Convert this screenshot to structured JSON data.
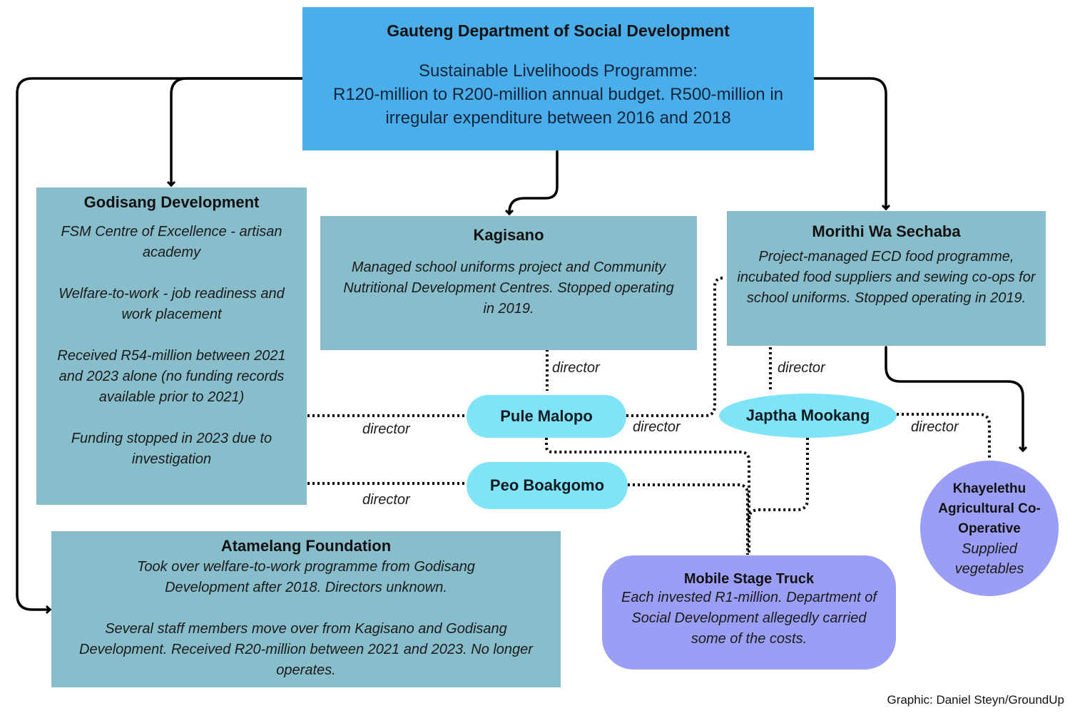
{
  "header": {
    "title": "Gauteng Department of Social Development",
    "lines": [
      "Sustainable Livelihoods Programme:",
      "R120-million to R200-million annual budget. R500-million in",
      "irregular expenditure between 2016 and 2018"
    ]
  },
  "godisang": {
    "title": "Godisang Development",
    "paragraphs": [
      "FSM Centre of Excellence - artisan academy",
      "Welfare-to-work - job readiness and work placement",
      "Received R54-million between 2021 and 2023 alone (no funding records available prior to 2021)",
      "Funding stopped in 2023 due to investigation"
    ]
  },
  "kagisano": {
    "title": "Kagisano",
    "text": "Managed school uniforms project and Community Nutritional Development Centres. Stopped operating in 2019."
  },
  "morithi": {
    "title": "Morithi Wa Sechaba",
    "text": "Project-managed ECD food programme, incubated food suppliers and sewing co-ops for school uniforms. Stopped operating in 2019."
  },
  "people": {
    "pule": "Pule Malopo",
    "peo": "Peo Boakgomo",
    "japtha": "Japtha Mookang"
  },
  "labels": {
    "director": "director"
  },
  "atamelang": {
    "title": "Atamelang Foundation",
    "paragraphs": [
      "Took over welfare-to-work programme from Godisang Development after 2018. Directors unknown.",
      "Several staff members move over from Kagisano and Godisang Development. Received R20-million between 2021 and 2023. No longer operates."
    ]
  },
  "truck": {
    "title": "Mobile Stage Truck",
    "text": "Each invested R1-million. Department of Social Development allegedly carried some of the costs."
  },
  "khayelethu": {
    "title": "Khayelethu Agricultural Co-Operative",
    "text": "Supplied vegetables"
  },
  "credit": "Graphic: Daniel Steyn/GroundUp",
  "colors": {
    "department": "#4aaeeb",
    "organisation": "#88bdcc",
    "person": "#80e4f9",
    "venture": "#9b9ef5"
  }
}
